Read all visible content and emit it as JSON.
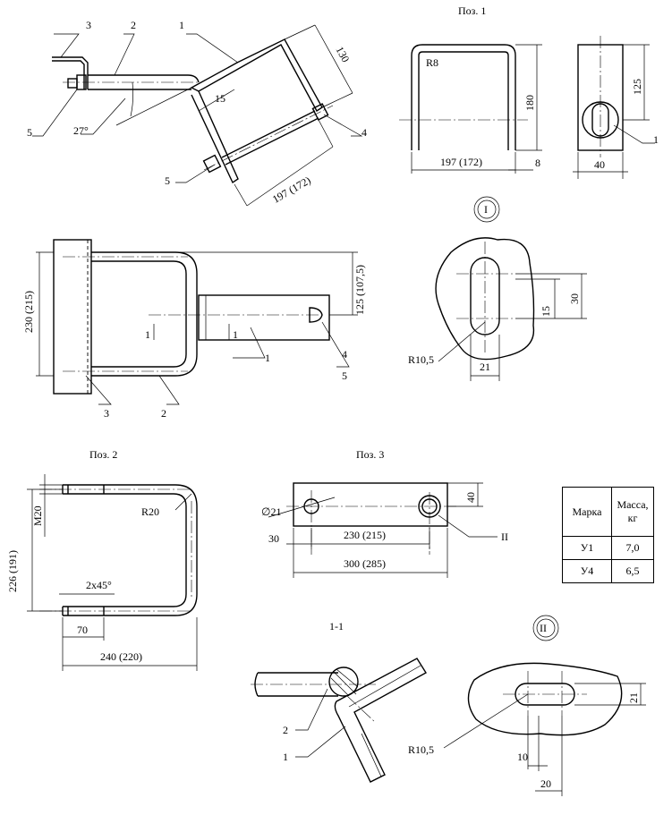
{
  "titles": {
    "poz1": "Поз. 1",
    "poz2": "Поз. 2",
    "poz3": "Поз. 3",
    "section": "1-1"
  },
  "callouts": {
    "I": "I",
    "II": "II"
  },
  "leaders": {
    "n1": "1",
    "n2": "2",
    "n3": "3",
    "n4": "4",
    "n5": "5"
  },
  "dims": {
    "a27": "27°",
    "d130": "130",
    "d15": "15",
    "d197": "197 (172)",
    "r8": "R8",
    "d180": "180",
    "d8": "8",
    "d125": "125",
    "d40": "40",
    "d230": "230 (215)",
    "d125b": "125 (107,5)",
    "d30": "30",
    "r105": "R10,5",
    "d21": "21",
    "m20": "M20",
    "r20": "R20",
    "d226": "226 (191)",
    "chamfer": "2x45°",
    "d70": "70",
    "d240": "240 (220)",
    "dia21": "∅21",
    "d230b": "230 (215)",
    "d300": "300 (285)",
    "d10": "10",
    "d20": "20"
  },
  "table": {
    "header_mark": "Марка",
    "header_mass": "Масса, кг",
    "rows": [
      {
        "mark": "У1",
        "mass": "7,0"
      },
      {
        "mark": "У4",
        "mass": "6,5"
      }
    ]
  }
}
